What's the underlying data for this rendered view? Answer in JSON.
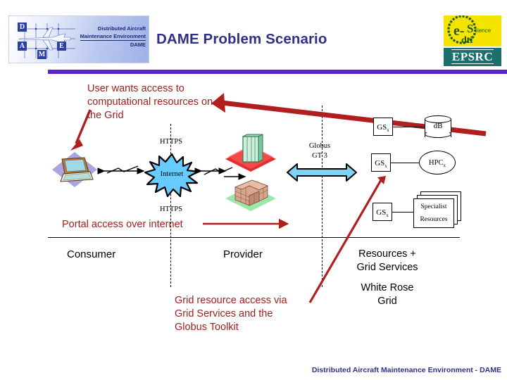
{
  "header": {
    "title": "DAME Problem Scenario",
    "logo": {
      "line1": "Distributed Aircraft",
      "line2": "Maintenance Environment",
      "line3": "DAME",
      "letters": [
        "D",
        "A",
        "M",
        "E"
      ],
      "alt": "aircraft-grid-logo"
    },
    "sponsors": {
      "escience": "e-Science",
      "escience_sub": "dti",
      "escience_prefix": "e-",
      "epsrc": "EPSRC"
    }
  },
  "annotations": {
    "user_access": "User wants access to\ncomputational resources on\nthe Grid",
    "portal_access": "Portal access over internet",
    "grid_resource_access": "Grid resource access via\nGrid Services and the\nGlobus Toolkit"
  },
  "zones": {
    "consumer": "Consumer",
    "provider": "Provider",
    "resources": "Resources +\nGrid Services",
    "white_rose_grid": "White Rose\nGrid"
  },
  "labels": {
    "https_top": "HTTPS",
    "https_bottom": "HTTPS",
    "globus": "Globus\nGT 3",
    "internet": "Internet"
  },
  "nodes": {
    "gs1": {
      "name": "GS",
      "sub": "x"
    },
    "gs2": {
      "name": "GS",
      "sub": "x"
    },
    "gs3": {
      "name": "GS",
      "sub": "x"
    },
    "db": "dB",
    "hpc": {
      "name": "HPC",
      "sub": "x"
    },
    "specialist": "Specialist",
    "specialist2": "Resources"
  },
  "icons": {
    "laptop": "laptop-icon",
    "server": "server-icon",
    "firewall": "firewall-brick-icon",
    "internet": "internet-burst-icon",
    "globus_arrow": "double-arrow-icon"
  },
  "footer": "Distributed Aircraft Maintenance Environment - DAME",
  "colors": {
    "title": "#2e3287",
    "rule": "#5c24c7",
    "annotation": "#a02020",
    "arrow_red": "#b01e1e",
    "internet_fill": "#66ccff",
    "globus_arrow": "#7fd4f5",
    "epsrc_bg": "#1d6f6f",
    "escience_bg": "#f5e400"
  }
}
